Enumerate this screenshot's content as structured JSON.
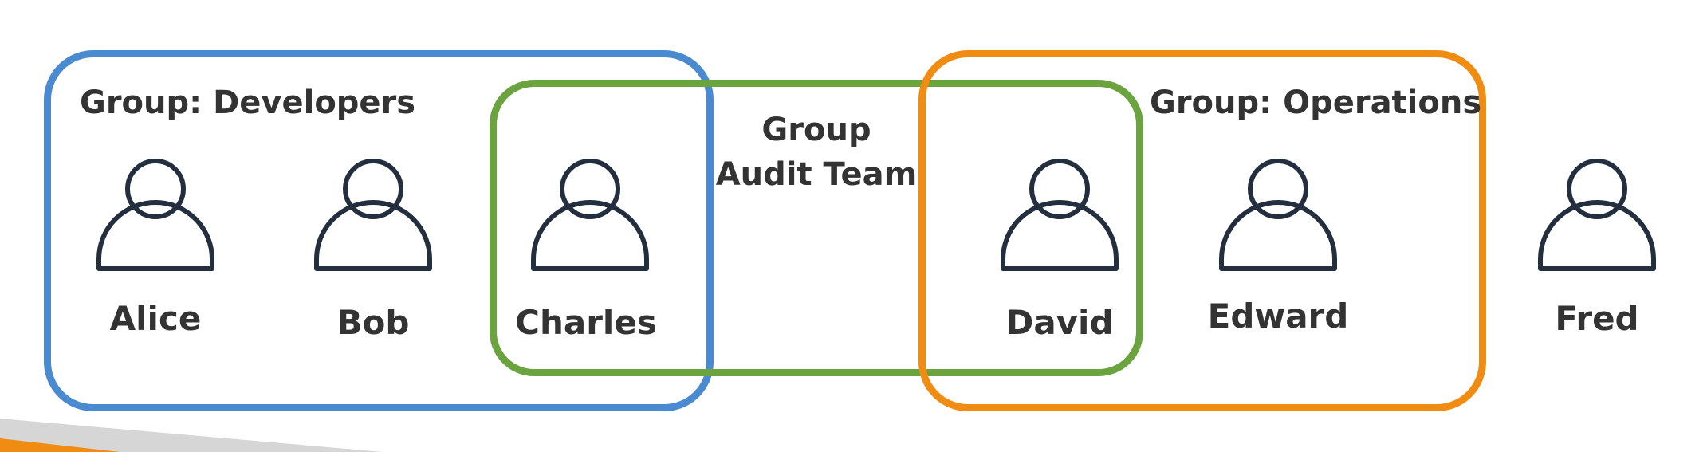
{
  "groups": {
    "developers": {
      "label": "Group: Developers",
      "color": "#4A8AD0"
    },
    "audit_team": {
      "label_line1": "Group",
      "label_line2": "Audit Team",
      "color": "#6BA43F"
    },
    "operations": {
      "label": "Group: Operations",
      "color": "#F08C11"
    }
  },
  "users": [
    {
      "name": "Alice",
      "icon": "user-icon"
    },
    {
      "name": "Bob",
      "icon": "user-icon"
    },
    {
      "name": "Charles",
      "icon": "user-icon"
    },
    {
      "name": "David",
      "icon": "user-icon"
    },
    {
      "name": "Edward",
      "icon": "user-icon"
    },
    {
      "name": "Fred",
      "icon": "user-icon"
    }
  ],
  "text_color": "#333333",
  "icon_stroke_color": "#232F3E"
}
